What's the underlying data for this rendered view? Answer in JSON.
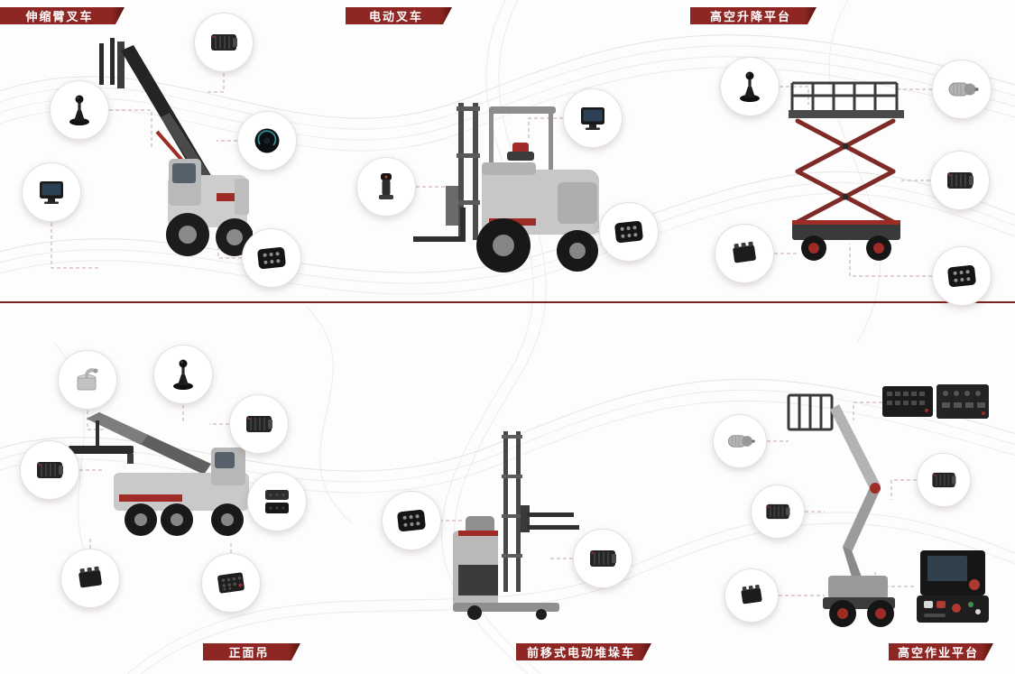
{
  "colors": {
    "banner_red": "#8e2723",
    "banner_red_dark": "#5e1613",
    "divider_red": "#7a211d",
    "connector_line": "#c5a7a2",
    "background": "#fdfdfd",
    "accent_red": "#9e2b25"
  },
  "sections": [
    {
      "id": "telescopic-handler",
      "label": "伸缩臂叉车",
      "banner_position": "top-left",
      "components": [
        "controller-module",
        "joystick",
        "display-module",
        "steering-motor",
        "connector-pad"
      ]
    },
    {
      "id": "electric-forklift",
      "label": "电动叉车",
      "banner_position": "top-center",
      "components": [
        "display-screen",
        "control-handle",
        "connector-pad"
      ]
    },
    {
      "id": "scissor-lift",
      "label": "高空升降平台",
      "banner_position": "top-right",
      "components": [
        "joystick-controller",
        "drive-motor",
        "controller-module",
        "power-module",
        "connector-pad"
      ]
    },
    {
      "id": "reach-stacker",
      "label": "正面吊",
      "banner_position": "bottom-left",
      "components": [
        "filler-unit",
        "joystick",
        "controller-module",
        "heatsink-module",
        "controller-stack",
        "power-module",
        "keypad-panel"
      ]
    },
    {
      "id": "reach-truck",
      "label": "前移式电动堆垛车",
      "banner_position": "bottom-center",
      "components": [
        "connector-pad",
        "controller-module"
      ]
    },
    {
      "id": "boom-lift",
      "label": "高空作业平台",
      "banner_position": "bottom-right",
      "components": [
        "drive-motor",
        "controller-module",
        "controller-module",
        "power-module",
        "control-panel",
        "control-box"
      ]
    }
  ]
}
